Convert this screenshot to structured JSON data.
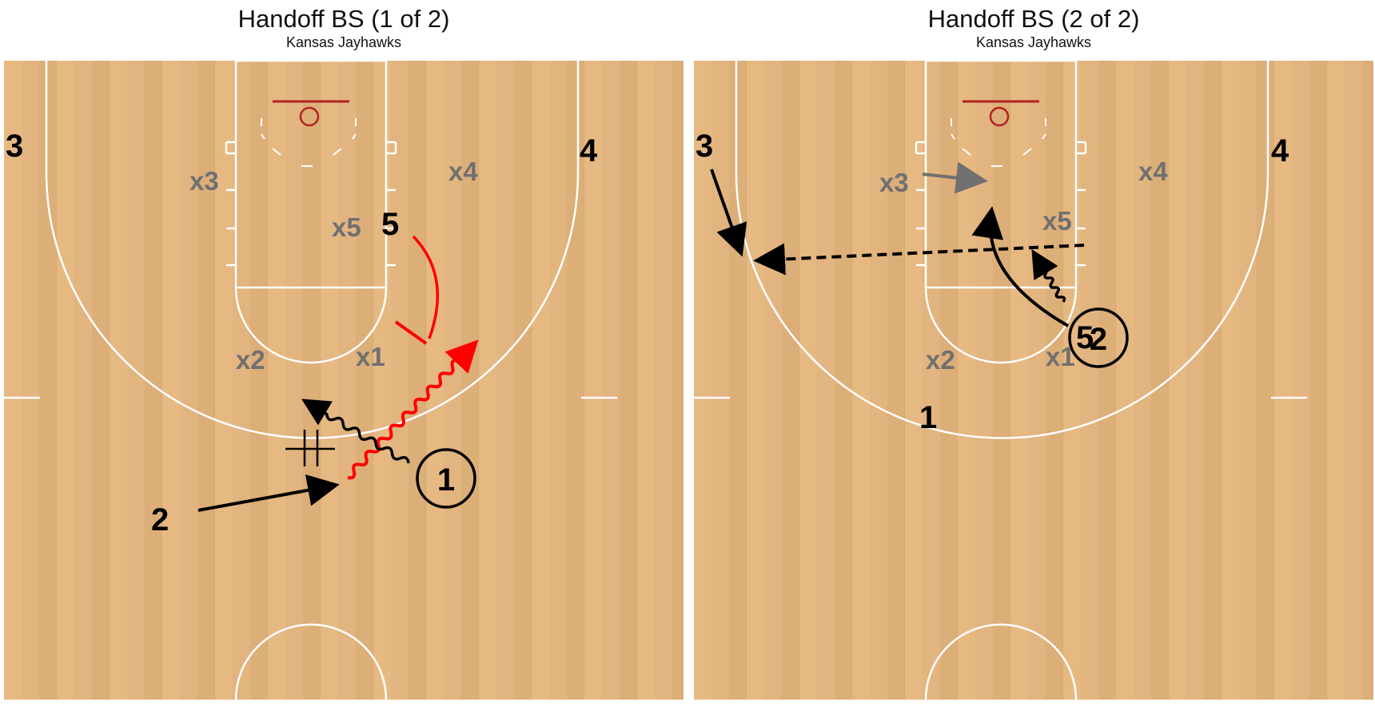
{
  "colors": {
    "wood": "#e2b47f",
    "court_lines": "#ffffff",
    "hoop": "#b22222",
    "offense": "#000000",
    "defense": "#707070",
    "highlight": "#ff0000"
  },
  "panels": [
    {
      "title": "Handoff BS (1 of 2)",
      "subtitle": "Kansas Jayhawks",
      "offense": [
        {
          "id": "3",
          "label": "3"
        },
        {
          "id": "4",
          "label": "4"
        },
        {
          "id": "5",
          "label": "5"
        },
        {
          "id": "2",
          "label": "2"
        },
        {
          "id": "1",
          "label": "1",
          "has_ball": true
        }
      ],
      "defense": [
        {
          "id": "x3",
          "label": "x3"
        },
        {
          "id": "x4",
          "label": "x4"
        },
        {
          "id": "x5",
          "label": "x5"
        },
        {
          "id": "x2",
          "label": "x2"
        },
        {
          "id": "x1",
          "label": "x1"
        }
      ],
      "actions": [
        "5 sets screen (red)",
        "2 cuts to 1",
        "handoff dribble (red)",
        "1 dribbles back"
      ]
    },
    {
      "title": "Handoff BS (2 of 2)",
      "subtitle": "Kansas Jayhawks",
      "offense": [
        {
          "id": "3",
          "label": "3"
        },
        {
          "id": "4",
          "label": "4"
        },
        {
          "id": "5",
          "label": "5"
        },
        {
          "id": "2",
          "label": "2",
          "has_ball": true
        },
        {
          "id": "1",
          "label": "1"
        }
      ],
      "defense": [
        {
          "id": "x3",
          "label": "x3"
        },
        {
          "id": "x4",
          "label": "x4"
        },
        {
          "id": "x5",
          "label": "x5"
        },
        {
          "id": "x2",
          "label": "x2"
        },
        {
          "id": "x1",
          "label": "x1"
        }
      ],
      "actions": [
        "3 cuts to wing",
        "pass 2 to 3",
        "5 rolls to basket",
        "x3 rotates",
        "2 dribbles"
      ]
    }
  ]
}
